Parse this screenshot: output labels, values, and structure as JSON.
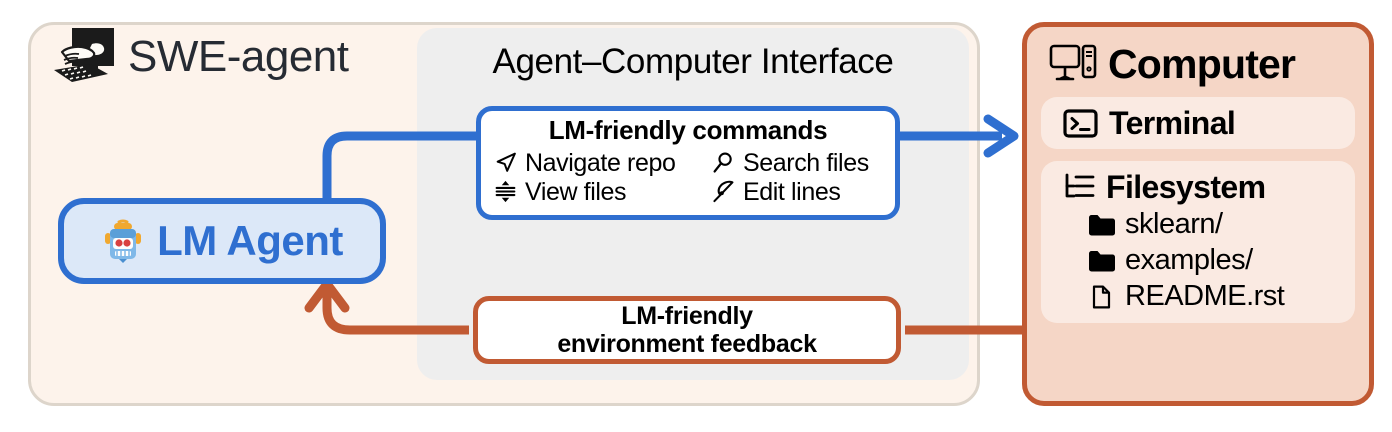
{
  "swe_agent": {
    "title": "SWE-agent",
    "logo_icon": "hand-typing-on-monitor-icon"
  },
  "aci": {
    "title": "Agent–Computer Interface"
  },
  "lm_agent": {
    "label": "LM Agent",
    "icon": "robot-face-icon"
  },
  "commands_box": {
    "title": "LM-friendly commands",
    "items": [
      {
        "label": "Navigate repo",
        "icon": "navigate-arrow-icon"
      },
      {
        "label": "Search files",
        "icon": "magnifier-icon"
      },
      {
        "label": "View files",
        "icon": "line-height-icon"
      },
      {
        "label": "Edit lines",
        "icon": "pen-nib-icon"
      }
    ]
  },
  "feedback_box": {
    "line1": "LM-friendly",
    "line2": "environment feedback"
  },
  "computer": {
    "title": "Computer",
    "icon": "desktop-tower-icon",
    "terminal": {
      "title": "Terminal",
      "icon": "terminal-prompt-icon"
    },
    "filesystem": {
      "title": "Filesystem",
      "icon": "file-tree-icon",
      "entries": [
        {
          "name": "sklearn/",
          "icon": "folder-icon"
        },
        {
          "name": "examples/",
          "icon": "folder-icon"
        },
        {
          "name": "README.rst",
          "icon": "file-icon"
        }
      ]
    }
  },
  "connectors": {
    "command_flow": {
      "color": "#2f6fd0",
      "direction": "agent-to-computer"
    },
    "feedback_flow": {
      "color": "#c15a33",
      "direction": "computer-to-agent"
    }
  },
  "colors": {
    "blue": "#2f6fd0",
    "blue_fill": "#dce8f8",
    "orange": "#c15a33",
    "cream": "#fdf3eb",
    "grey": "#eeeeee",
    "peach": "#f5d6c6",
    "peach_light": "#faeae2"
  }
}
